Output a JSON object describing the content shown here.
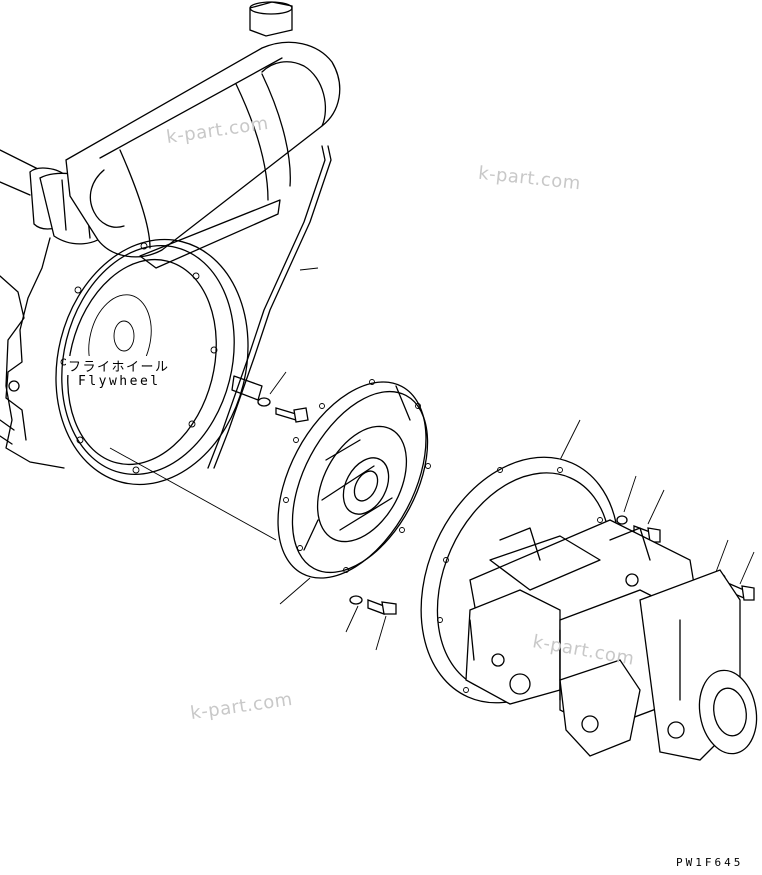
{
  "labels": {
    "flywheel_jp": "フライホイール",
    "flywheel_en": "Flywheel"
  },
  "drawing_code": "PW1F645",
  "watermarks": [
    "k-part.com",
    "k-part.com",
    "k-part.com",
    "k-part.com"
  ],
  "parts": [
    "muffler",
    "exhaust-pipe",
    "engine-housing",
    "flywheel",
    "bracket",
    "washer",
    "bolt",
    "damper-disc",
    "hydraulic-pump-assembly"
  ]
}
